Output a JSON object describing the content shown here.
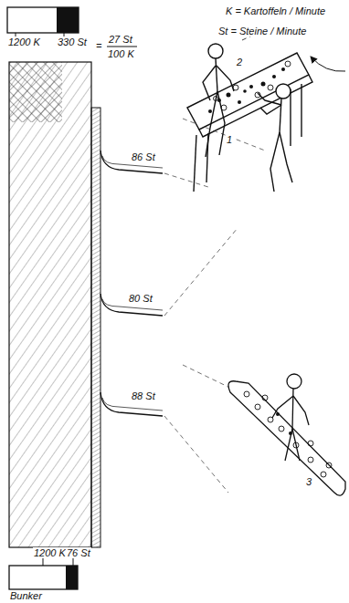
{
  "diagram": {
    "labels": [
      "K = Kartoffeln / Minute",
      "St = Steine / Minute",
      "1200 K",
      "330 St",
      "=",
      "27 St",
      "100 K",
      "86 St",
      "80 St",
      "88 St",
      "2",
      "1",
      "3",
      "1200 K",
      "76 St",
      "Bunker"
    ]
  }
}
